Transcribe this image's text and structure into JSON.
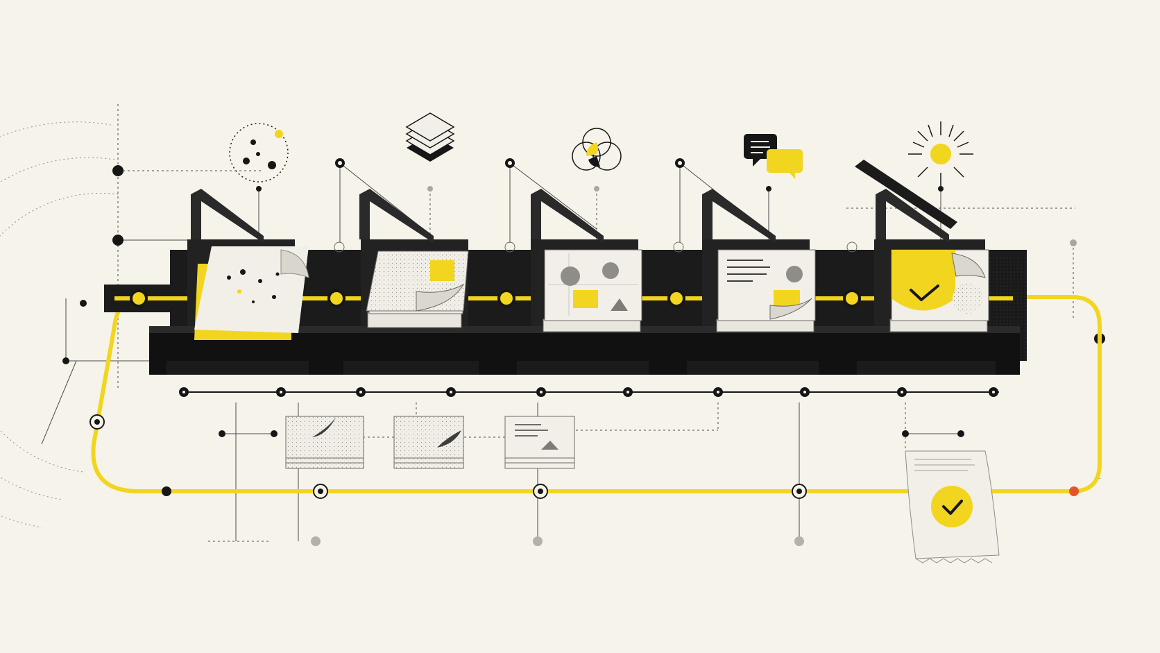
{
  "colors": {
    "background": "#f6f3ea",
    "ink": "#161616",
    "accent": "#f2d51e",
    "paper": "#f1efe8",
    "alert": "#e5532a",
    "gray": "#a9a7a1"
  },
  "stages": [
    {
      "icon": "scatter-dots-icon",
      "doc": "scattered-data-document"
    },
    {
      "icon": "stacked-layers-icon",
      "doc": "dense-text-stack"
    },
    {
      "icon": "venn-diagram-icon",
      "doc": "shapes-layout-document"
    },
    {
      "icon": "chat-bubbles-icon",
      "doc": "edited-text-document"
    },
    {
      "icon": "sun-burst-icon",
      "doc": "approved-document"
    }
  ],
  "output": {
    "icon": "checkmark-badge-icon",
    "doc": "approved-receipt"
  }
}
